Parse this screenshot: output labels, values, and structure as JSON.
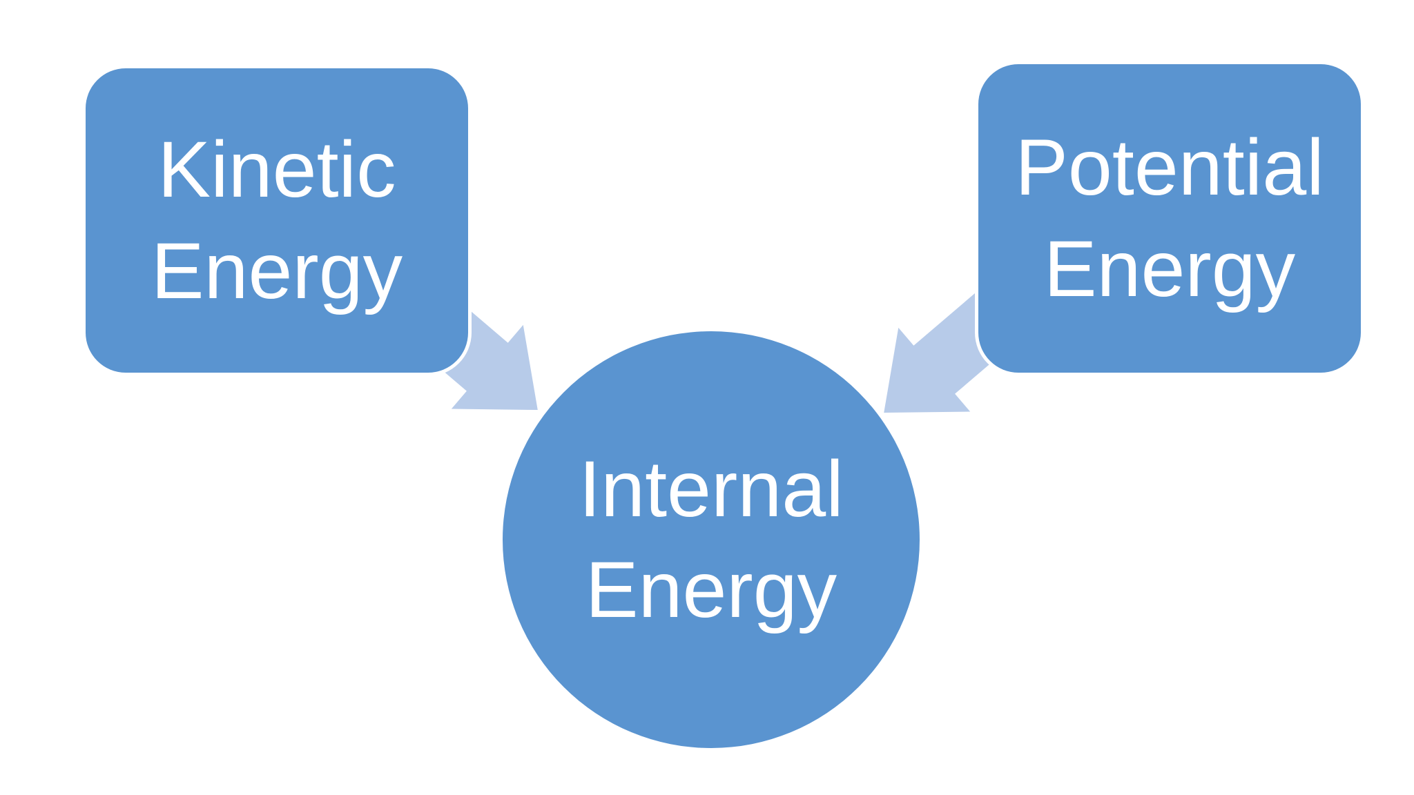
{
  "background_color": "#FFFFFF",
  "colors": {
    "node_fill": "#5A94D0",
    "arrow_fill": "#B7CBE9",
    "text": "#FFFFFF"
  },
  "diagram": {
    "type": "converging-radial",
    "nodes": [
      {
        "id": "kinetic",
        "shape": "rounded-square",
        "label": "Kinetic Energy",
        "line1": "Kinetic",
        "line2": "Energy"
      },
      {
        "id": "potential",
        "shape": "rounded-square",
        "label": "Potential Energy",
        "line1": "Potential",
        "line2": "Energy"
      },
      {
        "id": "internal",
        "shape": "circle",
        "label": "Internal Energy",
        "line1": "Internal",
        "line2": "Energy"
      }
    ],
    "edges": [
      {
        "from": "Kinetic Energy",
        "to": "Internal Energy"
      },
      {
        "from": "Potential Energy",
        "to": "Internal Energy"
      }
    ]
  }
}
